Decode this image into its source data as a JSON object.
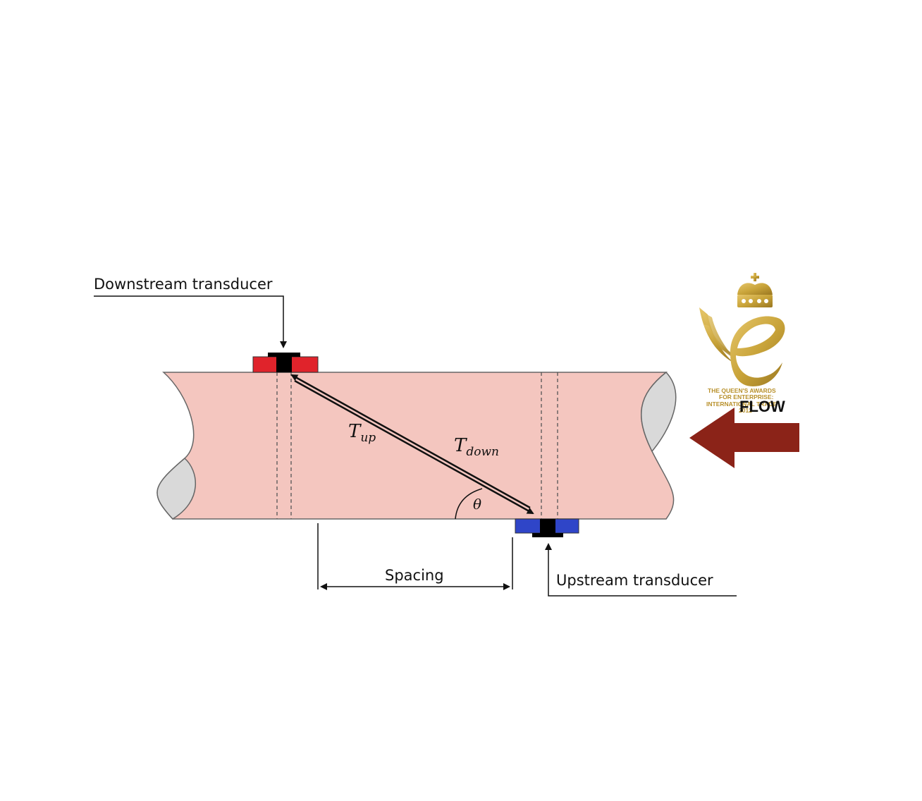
{
  "labels": {
    "downstream": "Downstream transducer",
    "upstream": "Upstream transducer",
    "spacing": "Spacing",
    "t_up_base": "T",
    "t_up_sub": "up",
    "t_down_base": "T",
    "t_down_sub": "down",
    "theta": "θ",
    "flow": "FLOW"
  },
  "logo": {
    "line1": "THE QUEEN'S AWARDS",
    "line2": "FOR ENTERPRISE:",
    "line3": "INTERNATIONAL TRADE",
    "line4": "2012"
  },
  "colors": {
    "pipe": "#f4c6bf",
    "pipe_cut": "#d9d9d9",
    "downstream_transducer": "#e0232b",
    "upstream_transducer": "#2f45c8",
    "flow_arrow": "#8b2318",
    "award_gold": "#c9a43a"
  }
}
